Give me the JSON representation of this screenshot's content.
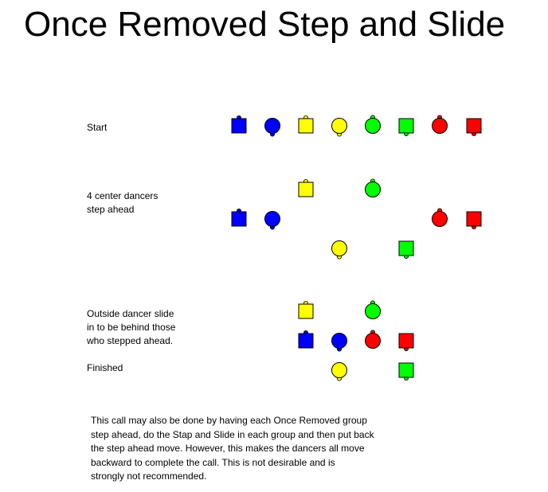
{
  "title": "Once Removed Step and Slide",
  "colors": {
    "blue": "#0000ff",
    "yellow": "#ffff00",
    "green": "#00ff00",
    "red": "#ff0000"
  },
  "steps": [
    {
      "label": "Start",
      "dancers": [
        {
          "color": "blue",
          "shape": "square",
          "facing": "up"
        },
        {
          "color": "blue",
          "shape": "circle",
          "facing": "down"
        },
        {
          "color": "yellow",
          "shape": "square",
          "facing": "up"
        },
        {
          "color": "yellow",
          "shape": "circle",
          "facing": "down"
        },
        {
          "color": "green",
          "shape": "circle",
          "facing": "up"
        },
        {
          "color": "green",
          "shape": "square",
          "facing": "down"
        },
        {
          "color": "red",
          "shape": "circle",
          "facing": "up"
        },
        {
          "color": "red",
          "shape": "square",
          "facing": "down"
        }
      ]
    },
    {
      "label": "4 center dancers\nstep ahead",
      "dancers": [
        {
          "color": "yellow",
          "shape": "square",
          "facing": "up"
        },
        {
          "color": "green",
          "shape": "circle",
          "facing": "up"
        },
        {
          "color": "blue",
          "shape": "square",
          "facing": "up"
        },
        {
          "color": "blue",
          "shape": "circle",
          "facing": "down"
        },
        {
          "color": "red",
          "shape": "circle",
          "facing": "up"
        },
        {
          "color": "red",
          "shape": "square",
          "facing": "down"
        },
        {
          "color": "yellow",
          "shape": "circle",
          "facing": "down"
        },
        {
          "color": "green",
          "shape": "square",
          "facing": "down"
        }
      ]
    },
    {
      "label": "Outside dancer slide\nin to be behind those\nwho stepped ahead.",
      "dancers": [
        {
          "color": "yellow",
          "shape": "square",
          "facing": "up"
        },
        {
          "color": "green",
          "shape": "circle",
          "facing": "up"
        },
        {
          "color": "blue",
          "shape": "square",
          "facing": "up"
        },
        {
          "color": "blue",
          "shape": "circle",
          "facing": "down"
        },
        {
          "color": "red",
          "shape": "circle",
          "facing": "up"
        },
        {
          "color": "red",
          "shape": "square",
          "facing": "down"
        },
        {
          "color": "yellow",
          "shape": "circle",
          "facing": "down"
        },
        {
          "color": "green",
          "shape": "square",
          "facing": "down"
        }
      ]
    },
    {
      "label": "Finished",
      "dancers": []
    }
  ],
  "note": "This call may also be done by having each Once Removed group\nstep ahead, do the Stap and Slide in each group and then put back\nthe step ahead move. However, this makes the dancers all move\nbackward to complete the call. This is not desirable and is\nstrongly not recommended."
}
